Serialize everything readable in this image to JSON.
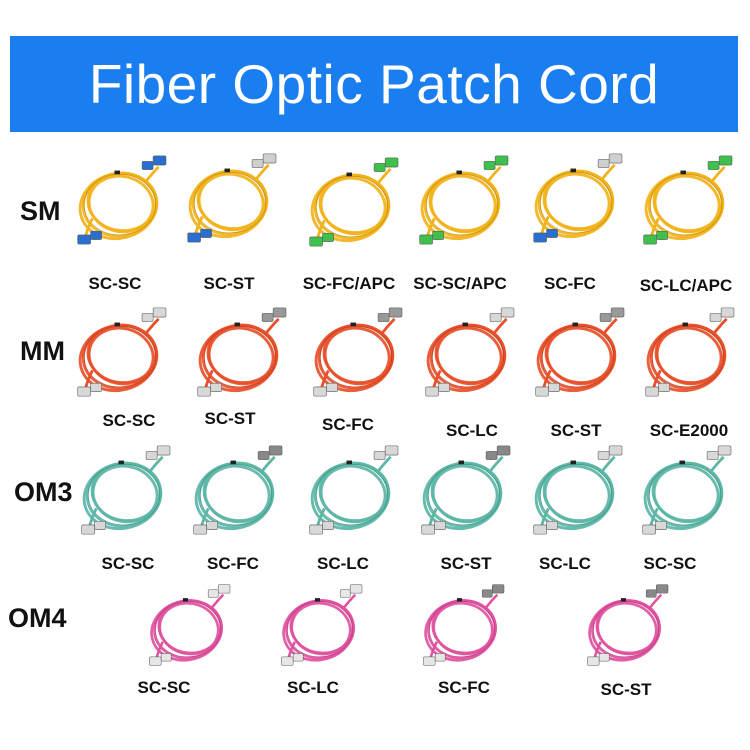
{
  "header": {
    "title": "Fiber Optic Patch Cord",
    "color": "#1b7ef0"
  },
  "colors": {
    "SM": "#f2b21a",
    "MM": "#e8502a",
    "OM3": "#5bb6a6",
    "OM4": "#e0509e"
  },
  "rows": [
    {
      "label": "SM",
      "color_key": "SM",
      "items": [
        {
          "label": "SC-SC",
          "connector_left": "#2a6fd0",
          "connector_right": "#2a6fd0",
          "icon": "patch-cord-icon"
        },
        {
          "label": "SC-ST",
          "connector_left": "#2a6fd0",
          "connector_right": "#cfcfcf",
          "icon": "patch-cord-icon"
        },
        {
          "label": "SC-FC/APC",
          "connector_left": "#3fc04a",
          "connector_right": "#3fc04a",
          "icon": "patch-cord-icon"
        },
        {
          "label": "SC-SC/APC",
          "connector_left": "#3fc04a",
          "connector_right": "#3fc04a",
          "icon": "patch-cord-icon"
        },
        {
          "label": "SC-FC",
          "connector_left": "#2a6fd0",
          "connector_right": "#cfcfcf",
          "icon": "patch-cord-icon"
        },
        {
          "label": "SC-LC/APC",
          "connector_left": "#3fc04a",
          "connector_right": "#3fc04a",
          "icon": "patch-cord-icon"
        }
      ]
    },
    {
      "label": "MM",
      "color_key": "MM",
      "items": [
        {
          "label": "SC-SC",
          "connector_left": "#d8d8d8",
          "connector_right": "#d8d8d8",
          "icon": "patch-cord-icon"
        },
        {
          "label": "SC-ST",
          "connector_left": "#d8d8d8",
          "connector_right": "#999999",
          "icon": "patch-cord-icon"
        },
        {
          "label": "SC-FC",
          "connector_left": "#d8d8d8",
          "connector_right": "#999999",
          "icon": "patch-cord-icon"
        },
        {
          "label": "SC-LC",
          "connector_left": "#d8d8d8",
          "connector_right": "#d8d8d8",
          "icon": "patch-cord-icon"
        },
        {
          "label": "SC-ST",
          "connector_left": "#d8d8d8",
          "connector_right": "#999999",
          "icon": "patch-cord-icon"
        },
        {
          "label": "SC-E2000",
          "connector_left": "#d8d8d8",
          "connector_right": "#d8d8d8",
          "icon": "patch-cord-icon"
        }
      ]
    },
    {
      "label": "OM3",
      "color_key": "OM3",
      "items": [
        {
          "label": "SC-SC",
          "connector_left": "#d8d8d8",
          "connector_right": "#d8d8d8",
          "icon": "patch-cord-icon"
        },
        {
          "label": "SC-FC",
          "connector_left": "#d8d8d8",
          "connector_right": "#888888",
          "icon": "patch-cord-icon"
        },
        {
          "label": "SC-LC",
          "connector_left": "#d8d8d8",
          "connector_right": "#d8d8d8",
          "icon": "patch-cord-icon"
        },
        {
          "label": "SC-ST",
          "connector_left": "#d8d8d8",
          "connector_right": "#888888",
          "icon": "patch-cord-icon"
        },
        {
          "label": "SC-LC",
          "connector_left": "#d8d8d8",
          "connector_right": "#d8d8d8",
          "icon": "patch-cord-icon"
        },
        {
          "label": "SC-SC",
          "connector_left": "#d8d8d8",
          "connector_right": "#d8d8d8",
          "icon": "patch-cord-icon"
        }
      ]
    },
    {
      "label": "OM4",
      "color_key": "OM4",
      "items": [
        {
          "label": "SC-SC",
          "connector_left": "#e6e6e6",
          "connector_right": "#e6e6e6",
          "icon": "patch-cord-icon"
        },
        {
          "label": "SC-LC",
          "connector_left": "#e6e6e6",
          "connector_right": "#e6e6e6",
          "icon": "patch-cord-icon"
        },
        {
          "label": "SC-FC",
          "connector_left": "#e6e6e6",
          "connector_right": "#888888",
          "icon": "patch-cord-icon"
        },
        {
          "label": "SC-ST",
          "connector_left": "#e6e6e6",
          "connector_right": "#888888",
          "icon": "patch-cord-icon"
        }
      ]
    }
  ]
}
